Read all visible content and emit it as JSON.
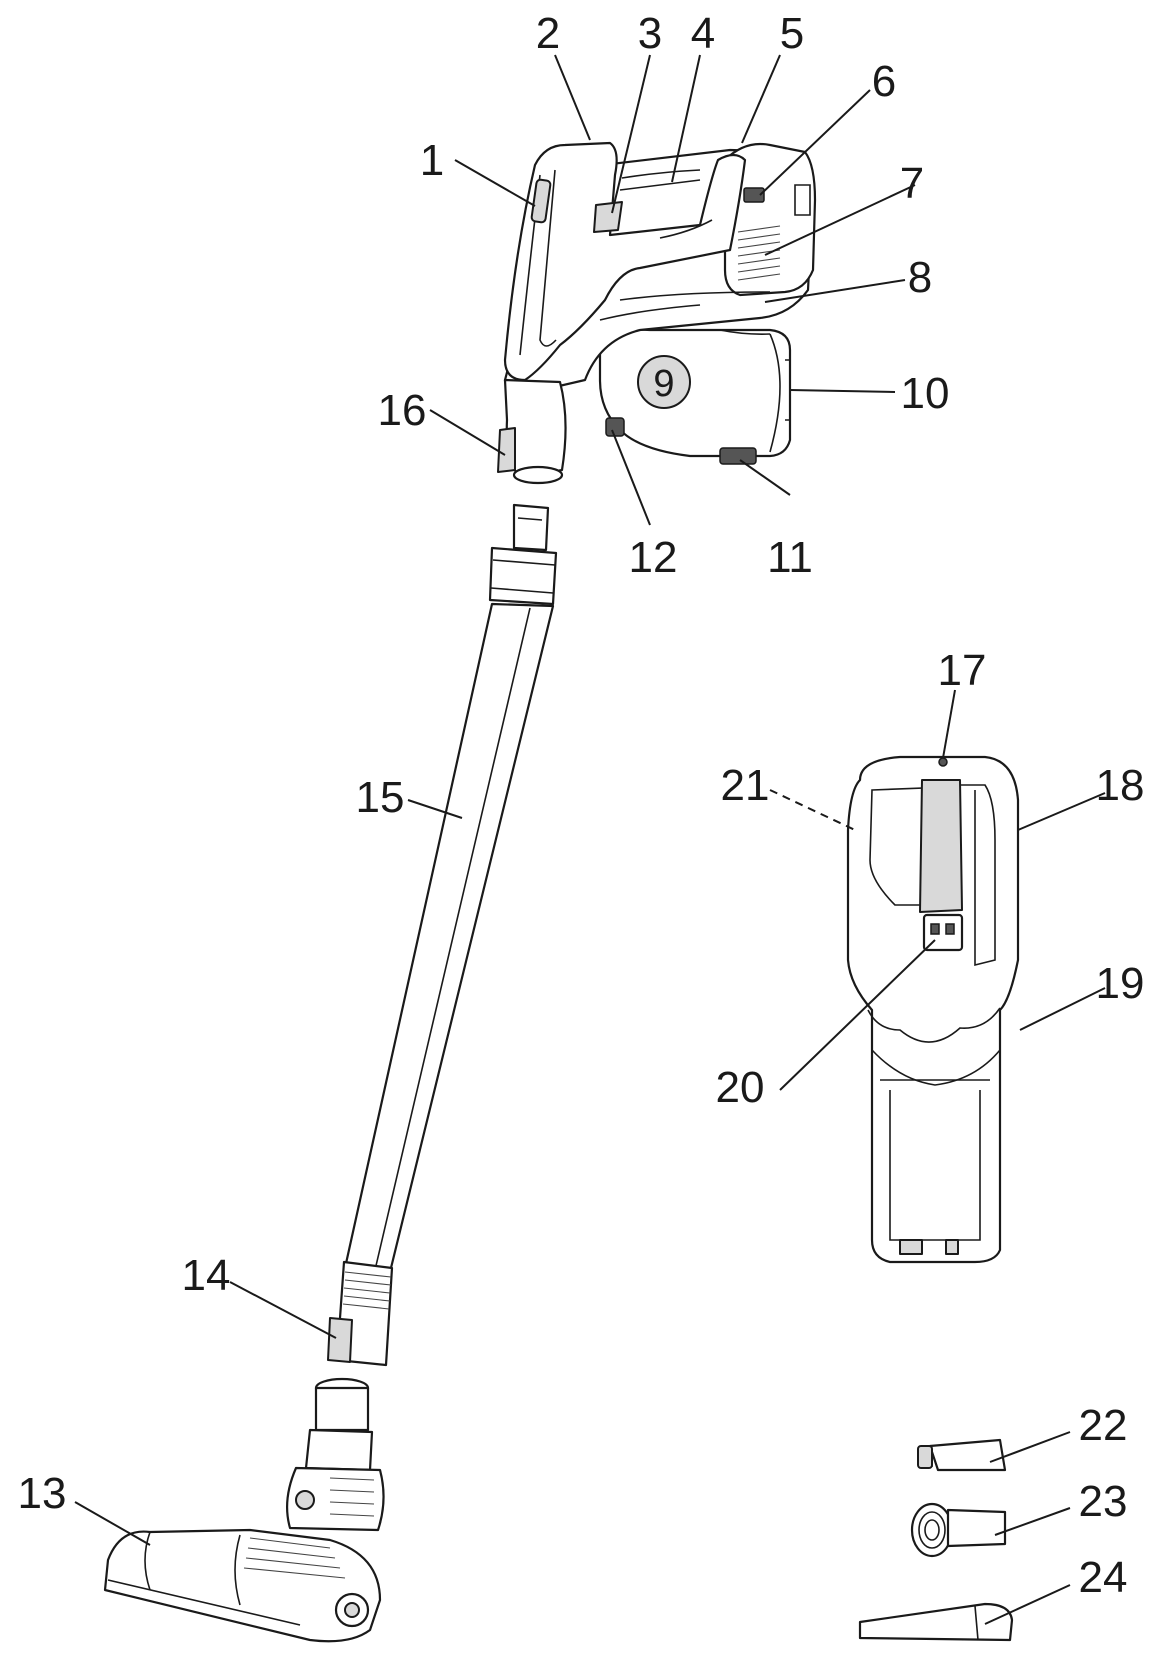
{
  "diagram": {
    "callouts": [
      {
        "id": "1",
        "label": "1"
      },
      {
        "id": "2",
        "label": "2"
      },
      {
        "id": "3",
        "label": "3"
      },
      {
        "id": "4",
        "label": "4"
      },
      {
        "id": "5",
        "label": "5"
      },
      {
        "id": "6",
        "label": "6"
      },
      {
        "id": "7",
        "label": "7"
      },
      {
        "id": "8",
        "label": "8"
      },
      {
        "id": "9",
        "label": "9"
      },
      {
        "id": "10",
        "label": "10"
      },
      {
        "id": "11",
        "label": "11"
      },
      {
        "id": "12",
        "label": "12"
      },
      {
        "id": "13",
        "label": "13"
      },
      {
        "id": "14",
        "label": "14"
      },
      {
        "id": "15",
        "label": "15"
      },
      {
        "id": "16",
        "label": "16"
      },
      {
        "id": "17",
        "label": "17"
      },
      {
        "id": "18",
        "label": "18"
      },
      {
        "id": "19",
        "label": "19"
      },
      {
        "id": "20",
        "label": "20"
      },
      {
        "id": "21",
        "label": "21"
      },
      {
        "id": "22",
        "label": "22"
      },
      {
        "id": "23",
        "label": "23"
      },
      {
        "id": "24",
        "label": "24"
      }
    ],
    "colors": {
      "ink": "#1a1a1a",
      "badge_fill": "#d9d9d9"
    }
  }
}
